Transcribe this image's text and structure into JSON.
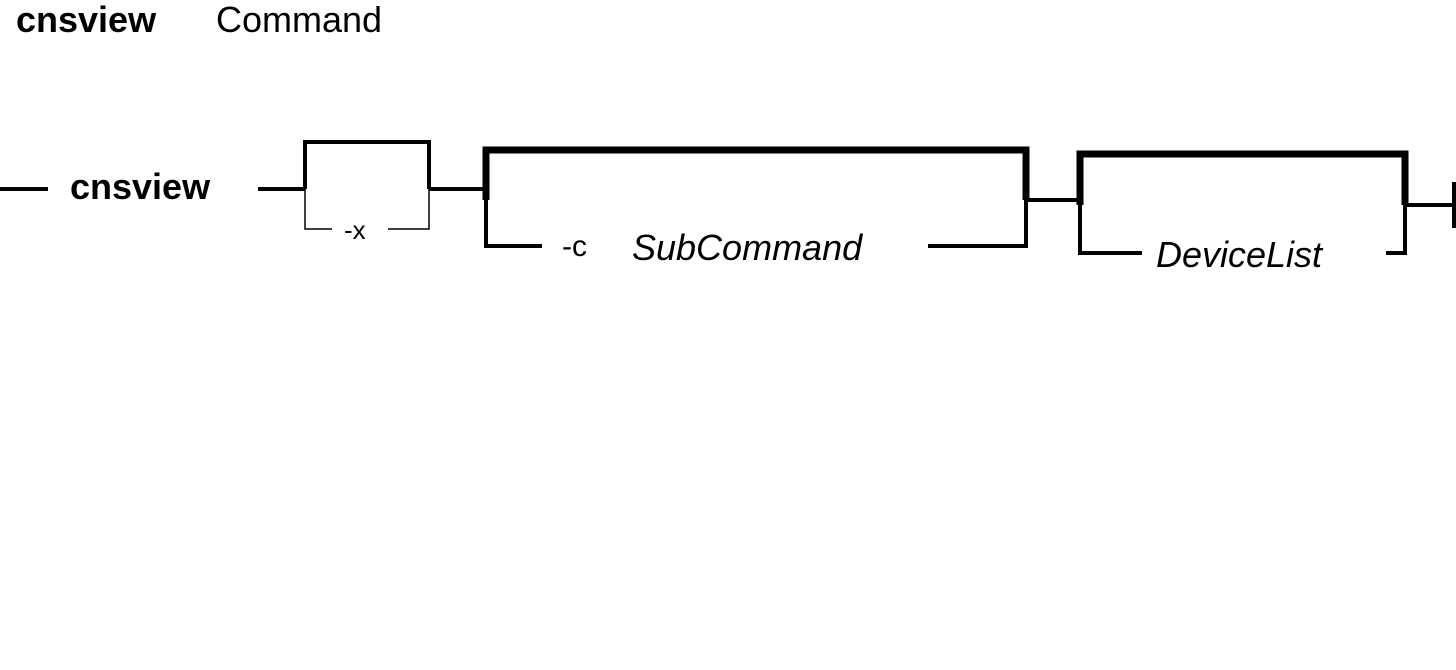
{
  "title": {
    "command": "cnsview",
    "word": "Command"
  },
  "syntax": {
    "command": "cnsview",
    "option_x": "-x",
    "option_c": "-c",
    "subcommand": "SubCommand",
    "device_list": "DeviceList"
  },
  "colors": {
    "ink": "#000000",
    "background": "#ffffff"
  }
}
